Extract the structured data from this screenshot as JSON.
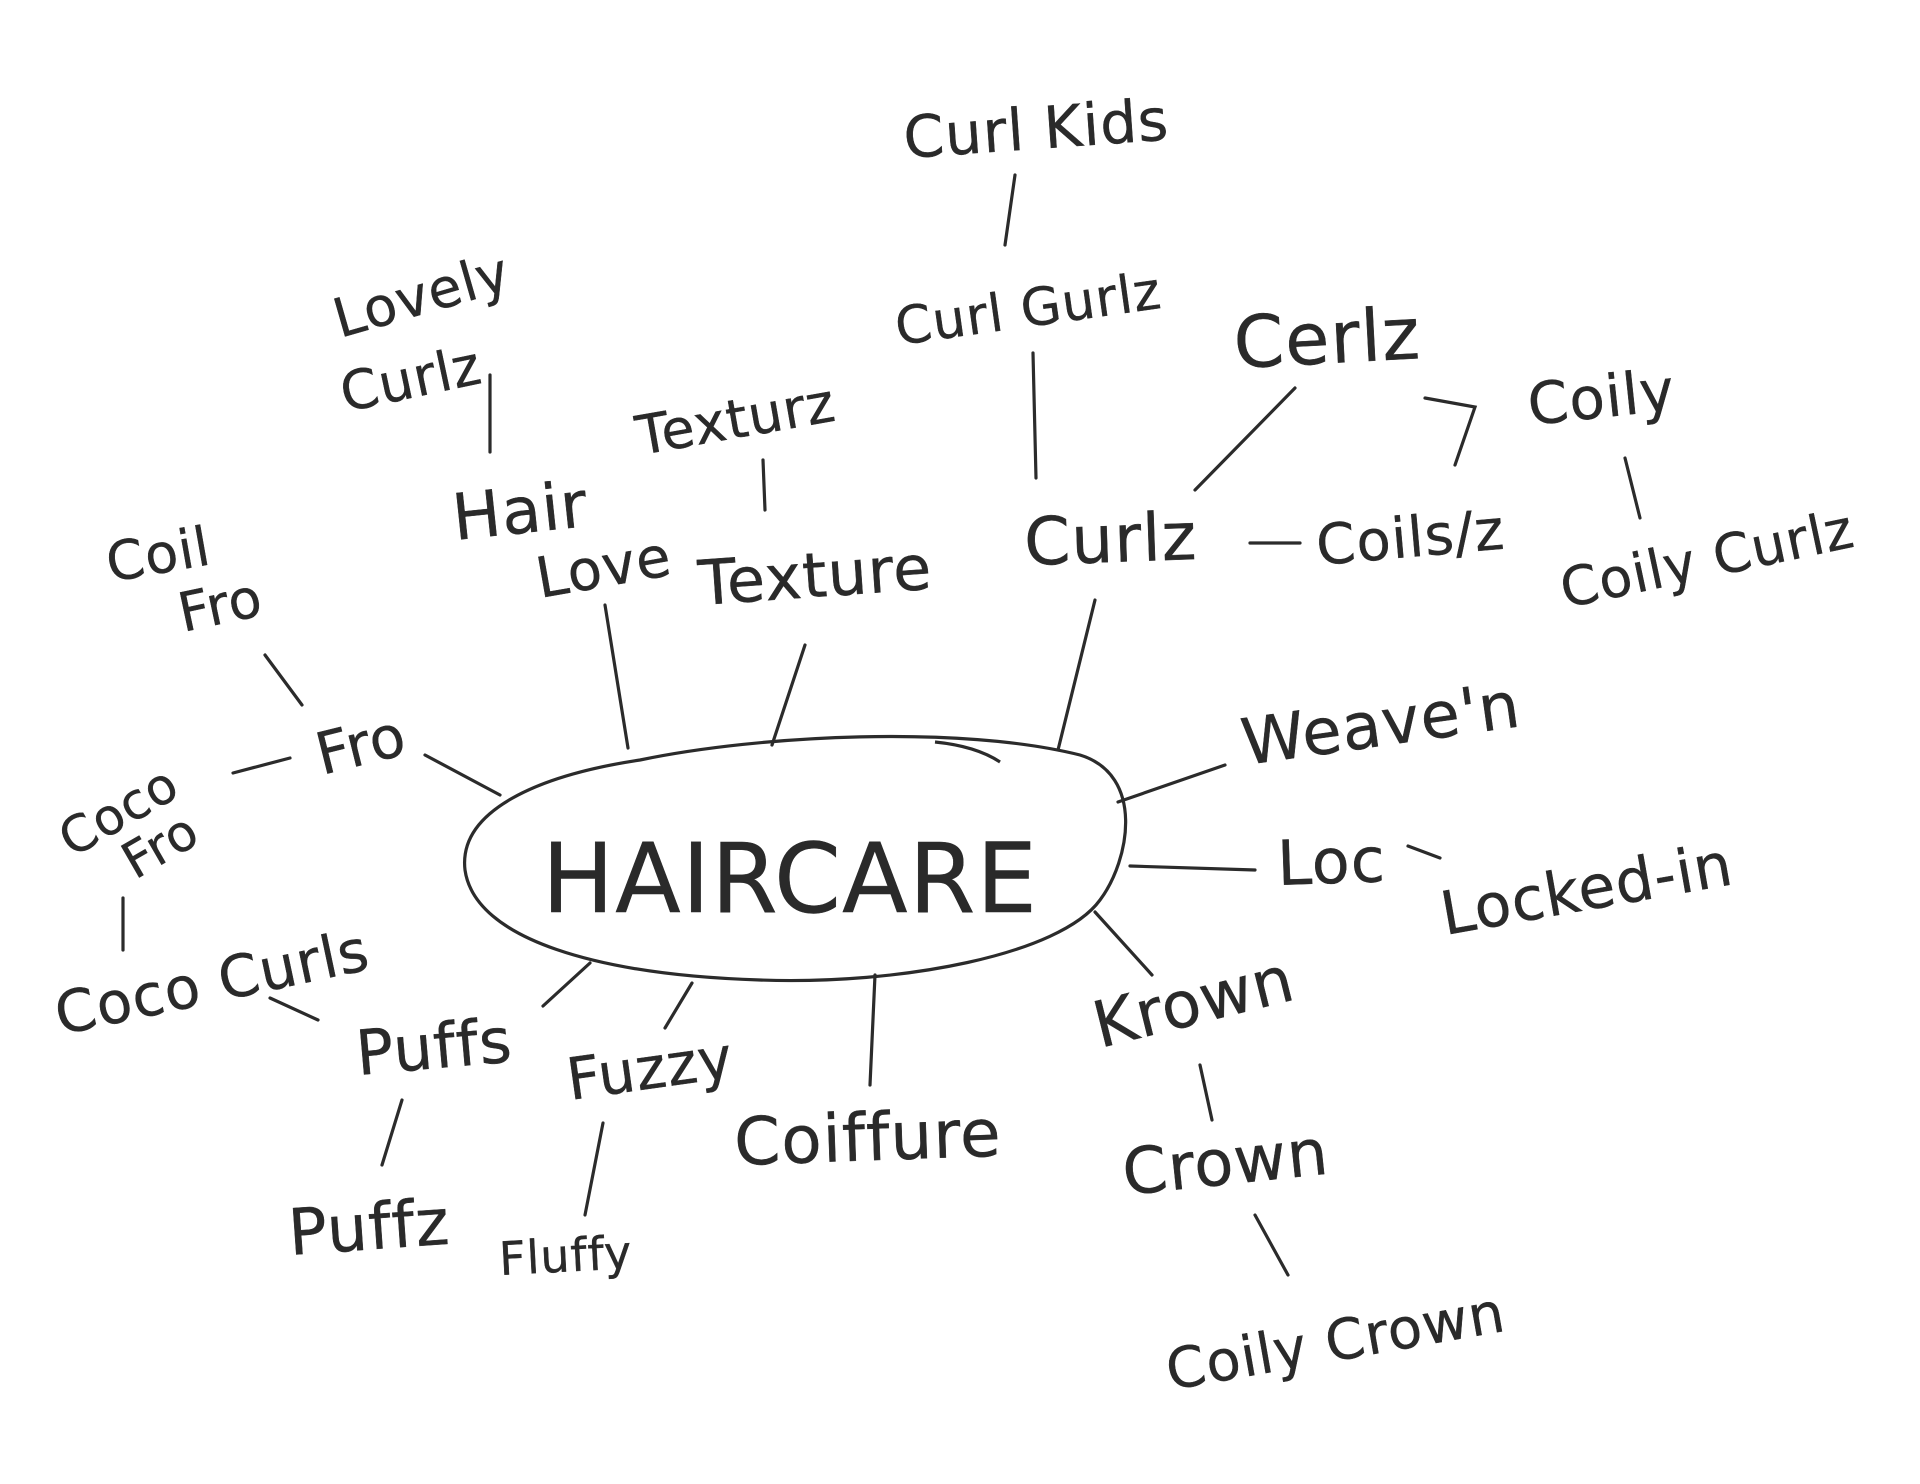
{
  "center": {
    "label": "HAIRCARE"
  },
  "nodes": {
    "curl_kids": "Curl Kids",
    "lovely_curlz": [
      "Lovely",
      "Curlz"
    ],
    "curl_gurlz": "Curl Gurlz",
    "texturz": "Texturz",
    "cerlz": "Cerlz",
    "coily": "Coily",
    "hair": "Hair",
    "love": "Love",
    "texture": "Texture",
    "curlz": "Curlz",
    "coils_z": "Coils/z",
    "coily_curlz": "Coily Curlz",
    "coil_fro": [
      "Coil",
      "Fro"
    ],
    "fro": "Fro",
    "coco_fro": [
      "Coco",
      "Fro"
    ],
    "weavein": "Weave'n",
    "loc": "Loc",
    "locked_in": "Locked-in",
    "coco_curls": "Coco Curls",
    "krown": "Krown",
    "puffs": "Puffs",
    "fuzzy": "Fuzzy",
    "coiffure": "Coiffure",
    "crown": "Crown",
    "puffz": "Puffz",
    "fluffy": "Fluffy",
    "coily_crown": "Coily Crown"
  }
}
